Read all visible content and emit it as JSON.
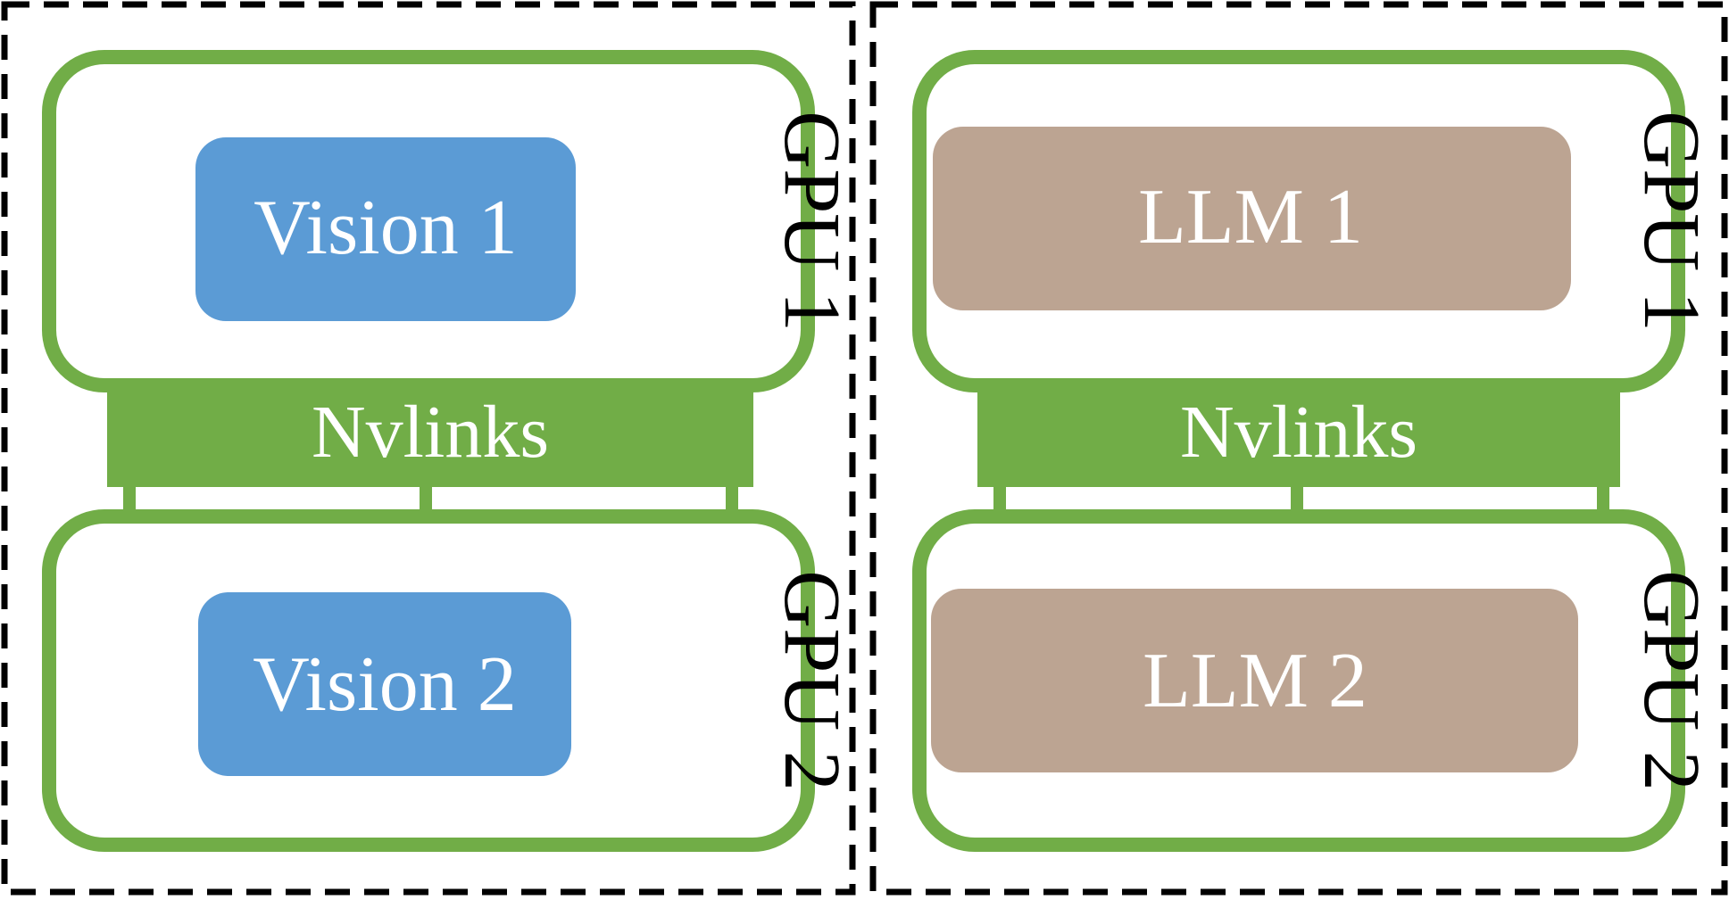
{
  "colors": {
    "gpu_border": "#71ad47",
    "nvlink": "#71ad47",
    "vision_block": "#5b9bd5",
    "llm_block": "#bca492",
    "block_text": "#ffffff",
    "gpu_label": "#000000",
    "group_border": "#000000"
  },
  "groups": [
    {
      "gpus": [
        {
          "label": "GPU 1",
          "block": {
            "kind": "vision",
            "label": "Vision 1"
          }
        },
        {
          "label": "GPU 2",
          "block": {
            "kind": "vision",
            "label": "Vision 2"
          }
        }
      ],
      "nvlink_label": "Nvlinks"
    },
    {
      "gpus": [
        {
          "label": "GPU 1",
          "block": {
            "kind": "llm",
            "label": "LLM 1"
          }
        },
        {
          "label": "GPU 2",
          "block": {
            "kind": "llm",
            "label": "LLM 2"
          }
        }
      ],
      "nvlink_label": "Nvlinks"
    }
  ]
}
